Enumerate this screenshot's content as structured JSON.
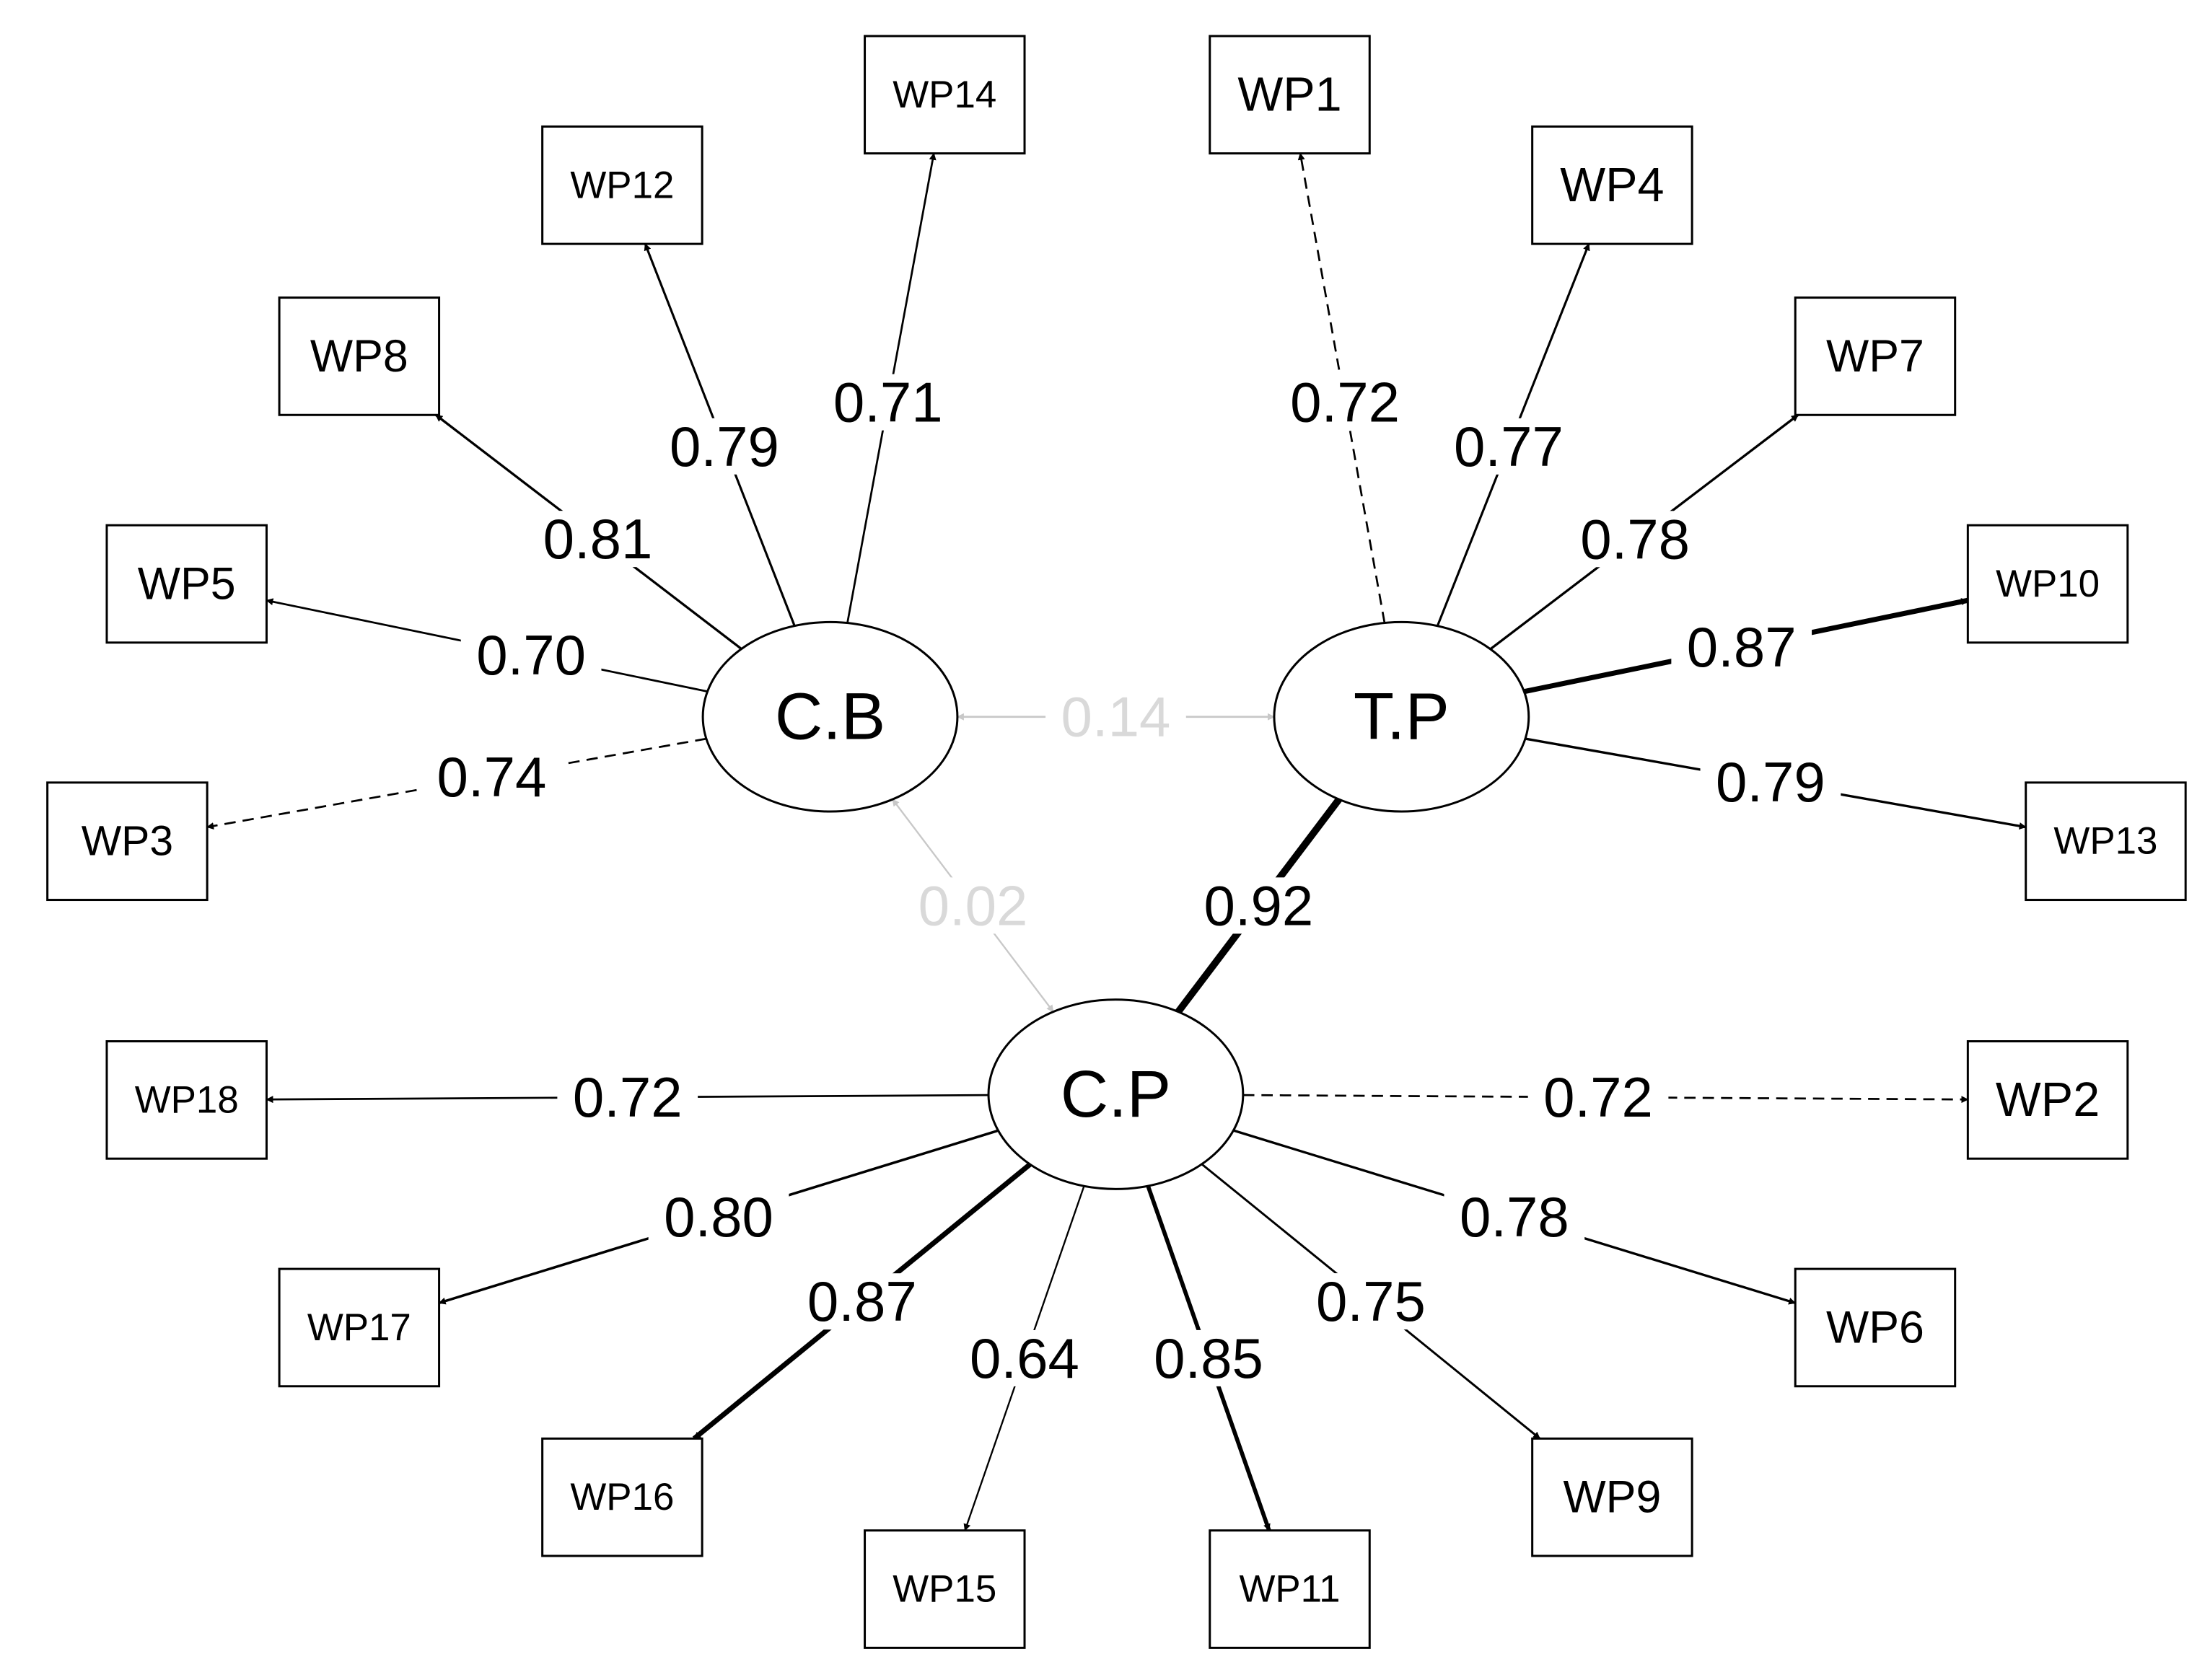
{
  "colors": {
    "ink": "#000000",
    "faint": "#c8c8c8",
    "faint_label": "#d9d9d9"
  },
  "latents": [
    {
      "id": "CB",
      "label": "C.B"
    },
    {
      "id": "TP",
      "label": "T.P"
    },
    {
      "id": "CP",
      "label": "C.P"
    }
  ],
  "indicators": [
    {
      "id": "WP1",
      "label": "WP1"
    },
    {
      "id": "WP2",
      "label": "WP2"
    },
    {
      "id": "WP3",
      "label": "WP3"
    },
    {
      "id": "WP4",
      "label": "WP4"
    },
    {
      "id": "WP5",
      "label": "WP5"
    },
    {
      "id": "WP6",
      "label": "WP6"
    },
    {
      "id": "WP7",
      "label": "WP7"
    },
    {
      "id": "WP8",
      "label": "WP8"
    },
    {
      "id": "WP9",
      "label": "WP9"
    },
    {
      "id": "WP10",
      "label": "WP10"
    },
    {
      "id": "WP11",
      "label": "WP11"
    },
    {
      "id": "WP12",
      "label": "WP12"
    },
    {
      "id": "WP13",
      "label": "WP13"
    },
    {
      "id": "WP14",
      "label": "WP14"
    },
    {
      "id": "WP15",
      "label": "WP15"
    },
    {
      "id": "WP16",
      "label": "WP16"
    },
    {
      "id": "WP17",
      "label": "WP17"
    },
    {
      "id": "WP18",
      "label": "WP18"
    }
  ],
  "loadings": [
    {
      "from": "CB",
      "to": "WP14",
      "value": "0.71",
      "dashed": false
    },
    {
      "from": "CB",
      "to": "WP12",
      "value": "0.79",
      "dashed": false
    },
    {
      "from": "CB",
      "to": "WP8",
      "value": "0.81",
      "dashed": false
    },
    {
      "from": "CB",
      "to": "WP5",
      "value": "0.70",
      "dashed": false
    },
    {
      "from": "CB",
      "to": "WP3",
      "value": "0.74",
      "dashed": true
    },
    {
      "from": "TP",
      "to": "WP1",
      "value": "0.72",
      "dashed": true
    },
    {
      "from": "TP",
      "to": "WP4",
      "value": "0.77",
      "dashed": false
    },
    {
      "from": "TP",
      "to": "WP7",
      "value": "0.78",
      "dashed": false
    },
    {
      "from": "TP",
      "to": "WP10",
      "value": "0.87",
      "dashed": false
    },
    {
      "from": "TP",
      "to": "WP13",
      "value": "0.79",
      "dashed": false
    },
    {
      "from": "CP",
      "to": "WP18",
      "value": "0.72",
      "dashed": false
    },
    {
      "from": "CP",
      "to": "WP2",
      "value": "0.72",
      "dashed": true
    },
    {
      "from": "CP",
      "to": "WP17",
      "value": "0.80",
      "dashed": false
    },
    {
      "from": "CP",
      "to": "WP6",
      "value": "0.78",
      "dashed": false
    },
    {
      "from": "CP",
      "to": "WP16",
      "value": "0.87",
      "dashed": false
    },
    {
      "from": "CP",
      "to": "WP9",
      "value": "0.75",
      "dashed": false
    },
    {
      "from": "CP",
      "to": "WP15",
      "value": "0.64",
      "dashed": false
    },
    {
      "from": "CP",
      "to": "WP11",
      "value": "0.85",
      "dashed": false
    }
  ],
  "covariances": [
    {
      "a": "CB",
      "b": "TP",
      "value": "0.14"
    },
    {
      "a": "TP",
      "b": "CP",
      "value": "0.92"
    },
    {
      "a": "CB",
      "b": "CP",
      "value": "0.02"
    }
  ]
}
